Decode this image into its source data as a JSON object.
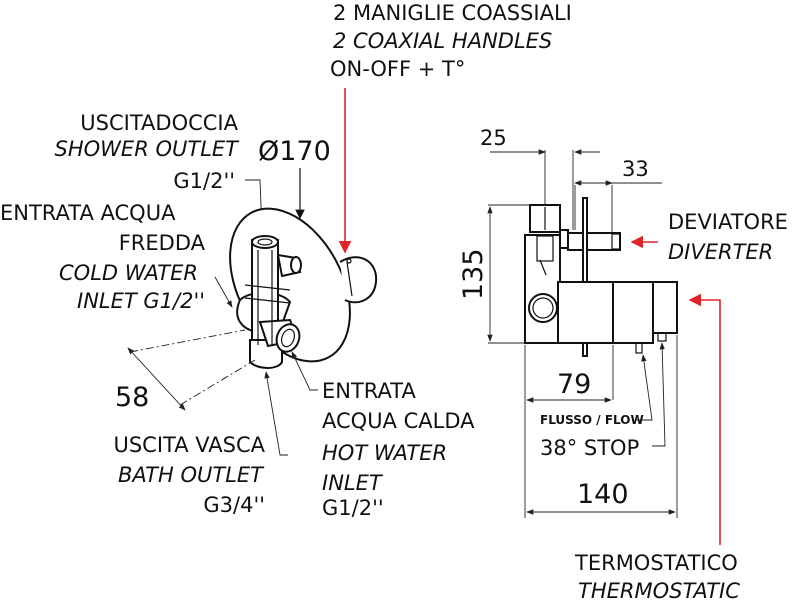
{
  "handles": {
    "it": "2 MANIGLIE COASSIALI",
    "en": "2 COAXIAL HANDLES",
    "sub": "ON-OFF + T°"
  },
  "shower_outlet": {
    "it": "USCITADOCCIA",
    "en": "SHOWER OUTLET",
    "size": "G1/2''"
  },
  "diameter": "Ø170",
  "cold_inlet": {
    "it1": "ENTRATA ACQUA",
    "it2": "FREDDA",
    "en1": "COLD WATER",
    "en2": "INLET  G1/2''"
  },
  "depth_left": "58",
  "bath_outlet": {
    "it": "USCITA VASCA",
    "en": "BATH OUTLET",
    "size": "G3/4''"
  },
  "hot_inlet": {
    "it1": "ENTRATA",
    "it2": "ACQUA CALDA",
    "en1": "HOT WATER",
    "en2": "INLET",
    "size": "G1/2''"
  },
  "dims": {
    "d25": "25",
    "d33": "33",
    "d135": "135",
    "d79": "79",
    "d140": "140"
  },
  "diverter": {
    "it": "DEVIATORE",
    "en": "DIVERTER"
  },
  "flow": "FLUSSO / FLOW",
  "stop": "38° STOP",
  "thermostatic": {
    "it": "TERMOSTATICO",
    "en": "THERMOSTATIC"
  },
  "colors": {
    "arrow": "#e0242a",
    "line": "#111111"
  }
}
